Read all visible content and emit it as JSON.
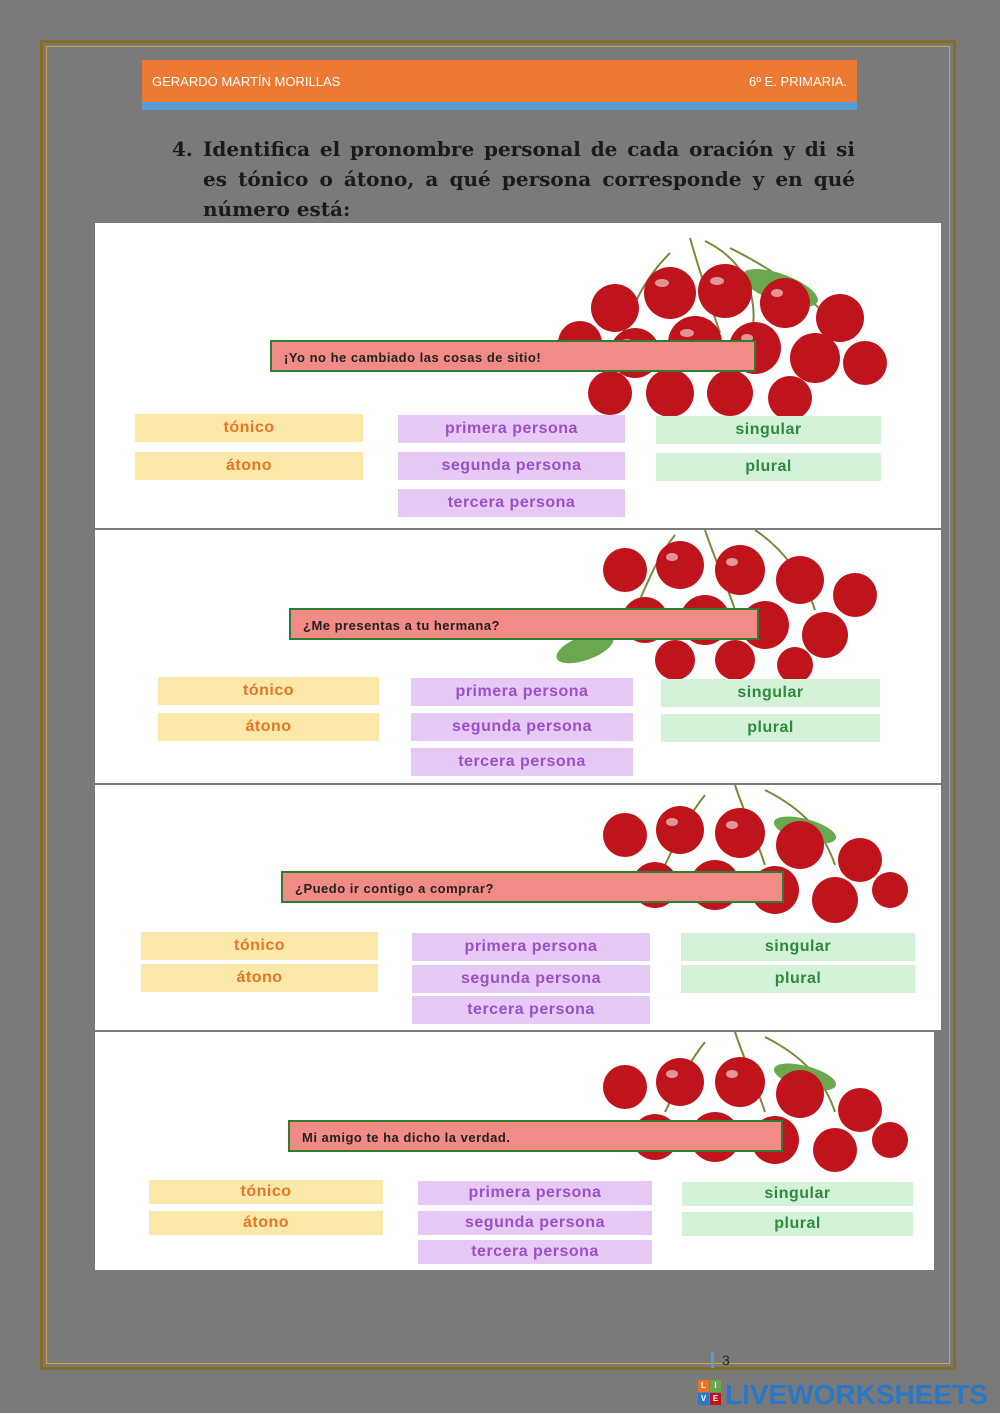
{
  "header": {
    "author": "GERARDO MARTÍN MORILLAS",
    "course": "6º E. PRIMARIA."
  },
  "exercise": {
    "number": "4.",
    "instruction": "Identifica el pronombre personal de cada oración y di si es tónico o átono, a qué persona corresponde y en qué número está:"
  },
  "panels": [
    {
      "sentence": "¡Yo no he cambiado las cosas de sitio!",
      "stress_options": [
        "tónico",
        "átono"
      ],
      "person_options": [
        "primera persona",
        "segunda persona",
        "tercera persona"
      ],
      "number_options": [
        "singular",
        "plural"
      ]
    },
    {
      "sentence": "¿Me presentas a tu hermana?",
      "stress_options": [
        "tónico",
        "átono"
      ],
      "person_options": [
        "primera persona",
        "segunda persona",
        "tercera persona"
      ],
      "number_options": [
        "singular",
        "plural"
      ]
    },
    {
      "sentence": "¿Puedo ir contigo a comprar?",
      "stress_options": [
        "tónico",
        "átono"
      ],
      "person_options": [
        "primera persona",
        "segunda persona",
        "tercera persona"
      ],
      "number_options": [
        "singular",
        "plural"
      ]
    },
    {
      "sentence": "Mi amigo te ha dicho la verdad.",
      "stress_options": [
        "tónico",
        "átono"
      ],
      "person_options": [
        "primera persona",
        "segunda persona",
        "tercera persona"
      ],
      "number_options": [
        "singular",
        "plural"
      ]
    }
  ],
  "footer": {
    "page_number": "3",
    "brand_logo_letters": [
      "L",
      "I",
      "V",
      "E"
    ],
    "brand_name": "LIVEWORKSHEETS"
  },
  "colors": {
    "header_bar": "#ec7a32",
    "header_accent": "#5b9bd5",
    "sentence_box": "#f28a85",
    "stress_option": "#fce8a8",
    "person_option": "#e6c9f5",
    "number_option": "#d3f2d7",
    "brand": "#2a78c9"
  },
  "icons": {
    "panel_image": "cherries-image",
    "brand_logo": "liveworksheets-logo-icon"
  }
}
